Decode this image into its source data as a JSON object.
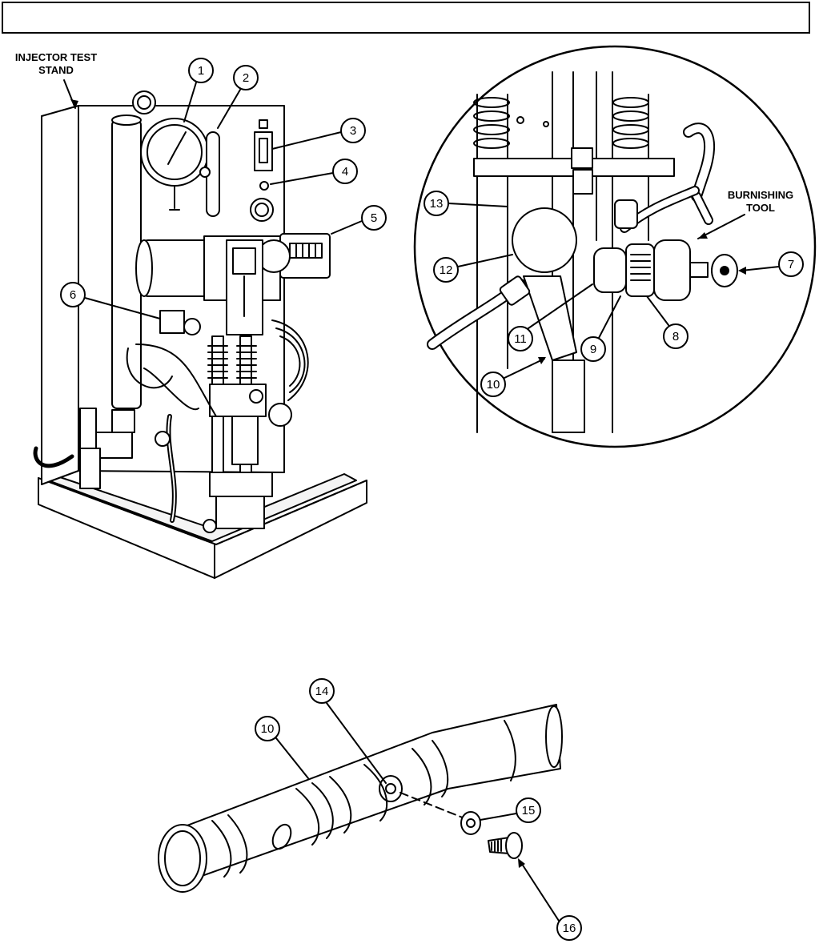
{
  "labels": {
    "injector_test_stand_line1": "INJECTOR TEST",
    "injector_test_stand_line2": "STAND",
    "burnishing_tool_line1": "BURNISHING",
    "burnishing_tool_line2": "TOOL"
  },
  "callouts": [
    "1",
    "2",
    "3",
    "4",
    "5",
    "6",
    "7",
    "8",
    "9",
    "10",
    "11",
    "12",
    "13",
    "10",
    "14",
    "15",
    "16"
  ]
}
